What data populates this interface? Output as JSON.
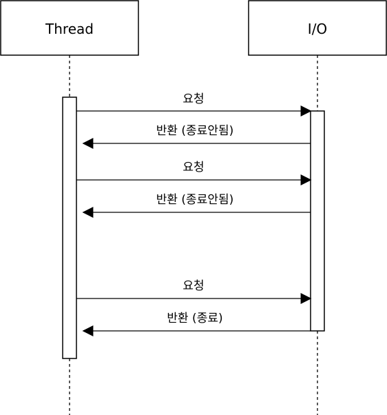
{
  "participants": [
    {
      "label": "Thread"
    },
    {
      "label": "I/O"
    }
  ],
  "messages": [
    {
      "label": "요청",
      "from": "Thread",
      "to": "I/O"
    },
    {
      "label": "반환 (종료안됨)",
      "from": "I/O",
      "to": "Thread"
    },
    {
      "label": "요청",
      "from": "Thread",
      "to": "I/O"
    },
    {
      "label": "반환 (종료안됨)",
      "from": "I/O",
      "to": "Thread"
    },
    {
      "label": "요청",
      "from": "Thread",
      "to": "I/O"
    },
    {
      "label": "반환 (종료)",
      "from": "I/O",
      "to": "Thread"
    }
  ],
  "colors": {
    "line": "#000000",
    "box_fill": "#ffffff"
  }
}
